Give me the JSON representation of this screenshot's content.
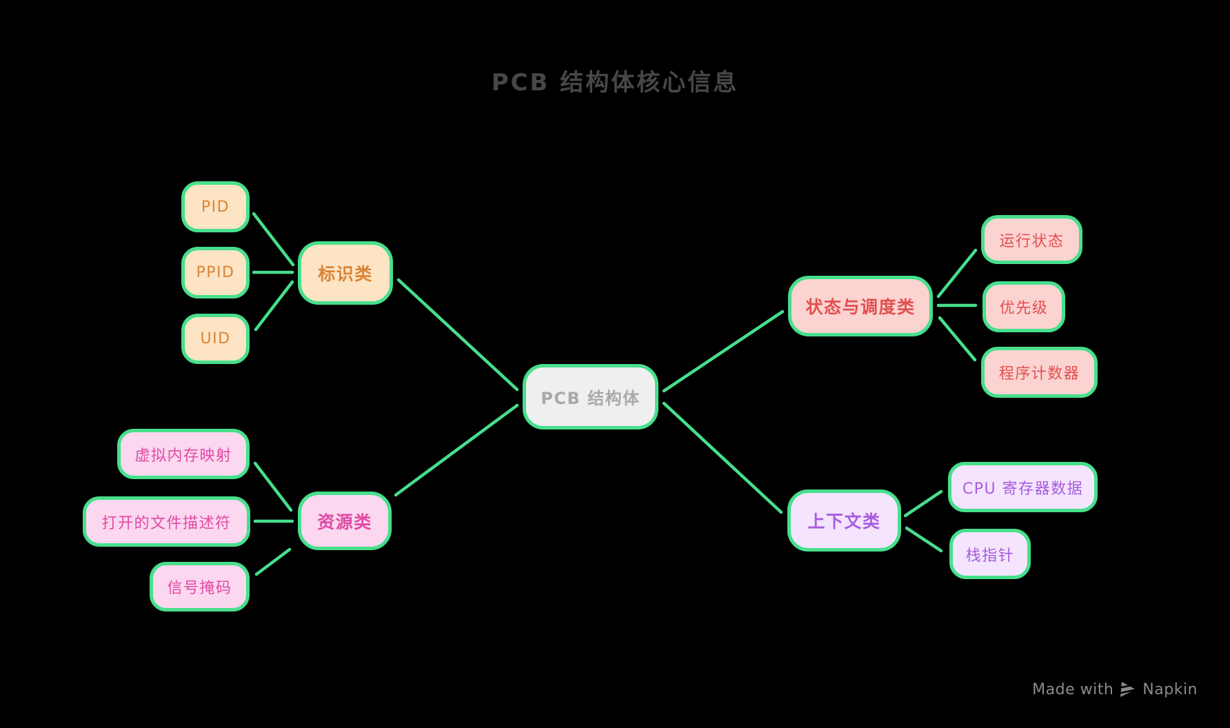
{
  "page": {
    "title": "PCB 结构体核心信息"
  },
  "colors": {
    "background": "#000000",
    "edge_green": "#47DF8C",
    "title_text": "#474747",
    "center_fill": "#EFEFEF",
    "center_text": "#A9A9A9",
    "orange_fill": "#FCE4C5",
    "orange_text": "#DC8435",
    "pink_fill": "#FBD7F0",
    "pink_text": "#E14AA4",
    "red_fill": "#FBD3D1",
    "red_text": "#E25050",
    "purple_fill": "#F4E4FD",
    "purple_text": "#A85CE0",
    "watermark_text": "#8B8B8B"
  },
  "diagram": {
    "center_node": {
      "label": "PCB 结构体"
    },
    "branches": [
      {
        "label": "标识类",
        "color": "#DC8435",
        "children": [
          {
            "label": "PID"
          },
          {
            "label": "PPID"
          },
          {
            "label": "UID"
          }
        ]
      },
      {
        "label": "资源类",
        "color": "#E14AA4",
        "children": [
          {
            "label": "虚拟内存映射"
          },
          {
            "label": "打开的文件描述符"
          },
          {
            "label": "信号掩码"
          }
        ]
      },
      {
        "label": "状态与调度类",
        "color": "#E25050",
        "children": [
          {
            "label": "运行状态"
          },
          {
            "label": "优先级"
          },
          {
            "label": "程序计数器"
          }
        ]
      },
      {
        "label": "上下文类",
        "color": "#A85CE0",
        "children": [
          {
            "label": "CPU 寄存器数据"
          },
          {
            "label": "栈指针"
          }
        ]
      }
    ]
  },
  "watermark": {
    "made_with": "Made with",
    "brand": "Napkin"
  }
}
